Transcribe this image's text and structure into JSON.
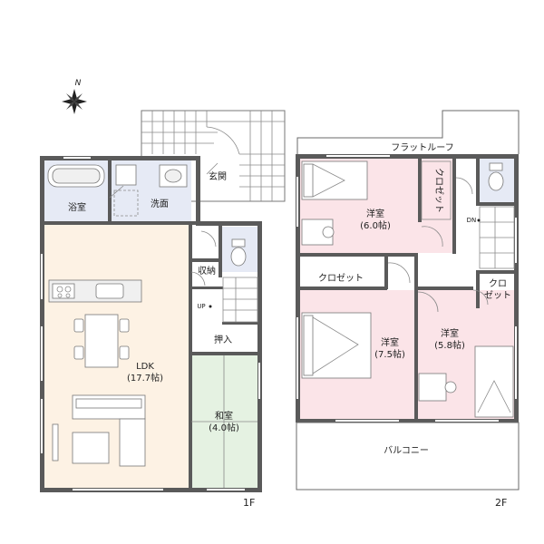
{
  "colors": {
    "ldk": "#fdf2e4",
    "wet": "#e6eaf5",
    "washitsu": "#e5f2e2",
    "bedroom": "#fbe4e8",
    "wall": "#5a5a5a"
  },
  "compass": {
    "north": "N"
  },
  "floor1": {
    "label": "1F",
    "rooms": {
      "bath": "浴室",
      "wash": "洗面",
      "genkan": "玄関",
      "storage": "収納",
      "up": "UP",
      "oshiire": "押入",
      "ldk_name": "LDK",
      "ldk_size": "(17.7帖)",
      "washitsu_name": "和室",
      "washitsu_size": "(4.0帖)"
    }
  },
  "floor2": {
    "label": "2F",
    "rooms": {
      "flat_roof": "フラットルーフ",
      "closet_v": "クロゼット",
      "room1_name": "洋室",
      "room1_size": "(6.0帖)",
      "dn": "DN",
      "closet": "クロゼット",
      "closet_small_1": "クロ",
      "closet_small_2": "ゼット",
      "room2_name": "洋室",
      "room2_size": "(7.5帖)",
      "room3_name": "洋室",
      "room3_size": "(5.8帖)",
      "balcony": "バルコニー"
    }
  }
}
